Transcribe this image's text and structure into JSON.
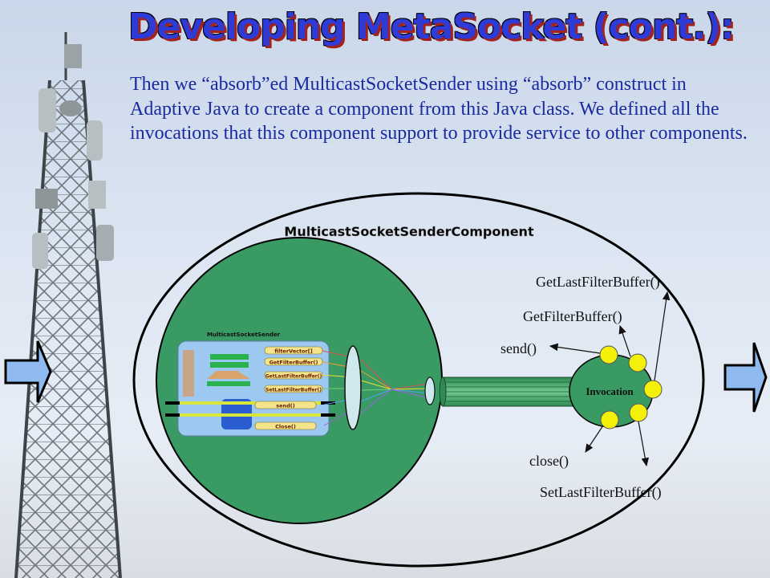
{
  "slide": {
    "title": "Developing MetaSocket (cont.):",
    "body": "Then we “absorb”ed MulticastSocketSender using “absorb” construct in Adaptive Java to create a component from this Java class. We defined all the invocations that this component support to provide service to other components."
  },
  "diagram": {
    "component_title": "MulticastSocketSenderComponent",
    "inner_class_title": "MulticastSocketSender",
    "inner_methods": [
      "filterVector[]",
      "GetFilterBuffer()",
      "GetLastFilterBuffer()",
      "SetLastFilterBuffer()",
      "send()",
      "Close()"
    ],
    "invocation_label": "Invocation",
    "invocations": {
      "get_last_filter_buffer": "GetLastFilterBuffer()",
      "get_filter_buffer": "GetFilterBuffer()",
      "send": "send()",
      "close": "close()",
      "set_last_filter_buffer": "SetLastFilterBuffer()"
    }
  },
  "colors": {
    "title_text": "#2e3bd6",
    "title_shadow": "#a3231b",
    "body_text": "#1a2aa0",
    "component_fill": "#3a9a63",
    "inner_panel": "#9dc8f0",
    "port_fill": "#f5f00a",
    "arrow_fill": "#8fbaf0"
  }
}
